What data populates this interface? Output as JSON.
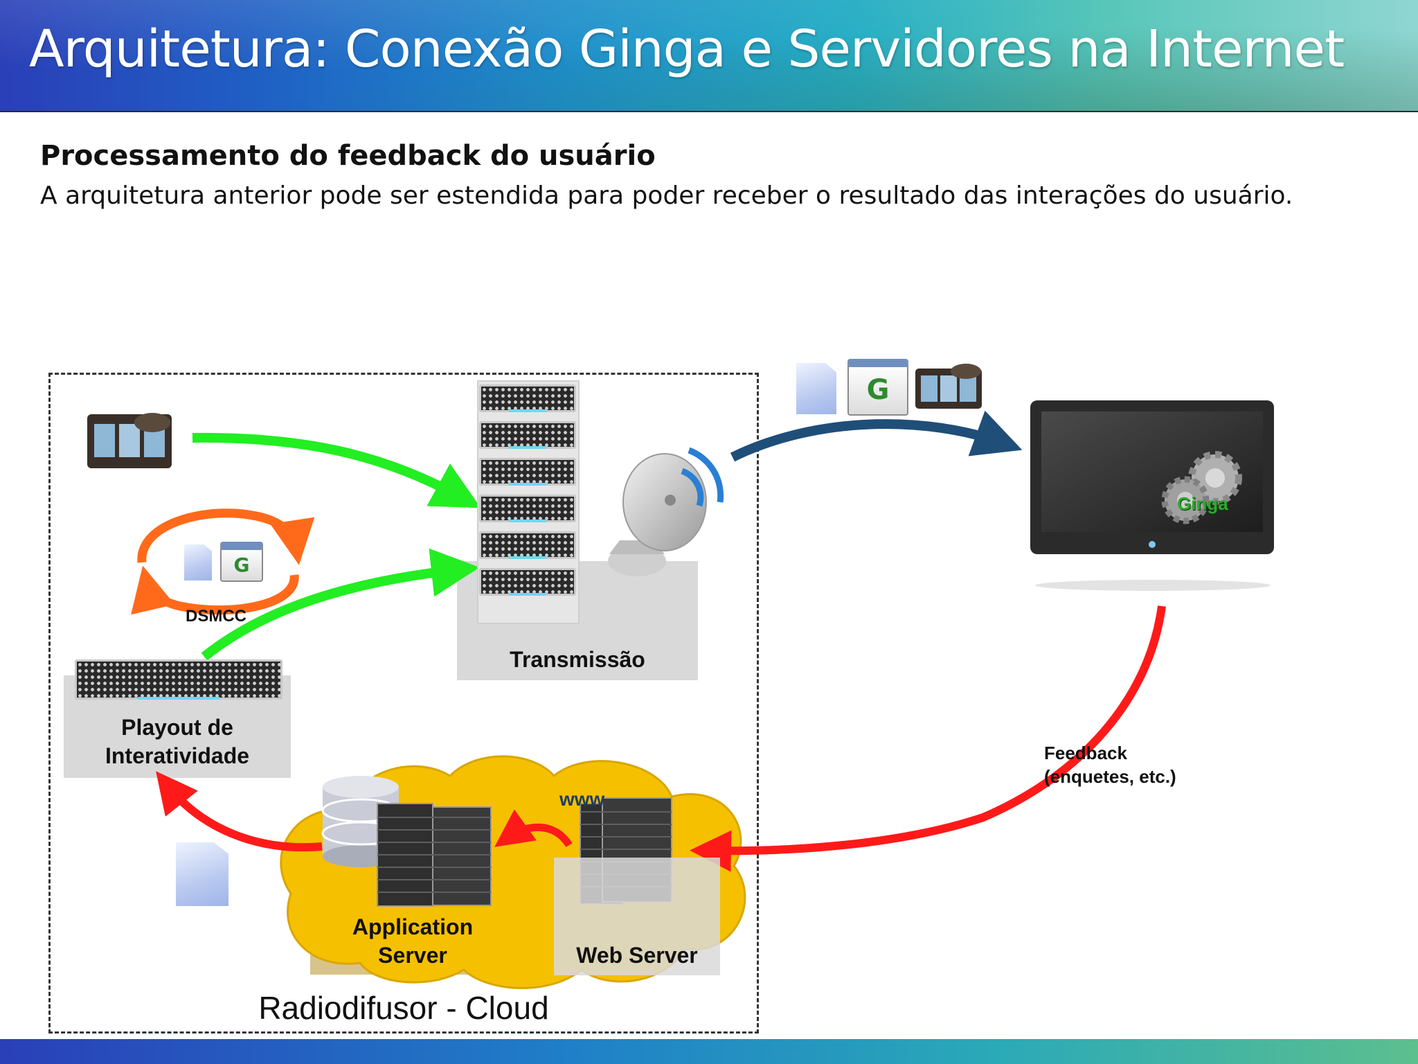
{
  "slide": {
    "title": "Arquitetura: Conexão Ginga e Servidores na Internet",
    "heading": "Processamento do feedback do usuário",
    "body": "A arquitetura anterior pode ser estendida para poder receber o resultado das interações do usuário."
  },
  "diagram": {
    "cloud_label": "Radiodifusor - Cloud",
    "dsmcc_label": "DSMCC",
    "playout_label_line1": "Playout de",
    "playout_label_line2": "Interatividade",
    "transmission_label": "Transmissão",
    "app_server_line1": "Application",
    "app_server_line2": "Server",
    "web_server_label": "Web Server",
    "www_label": "www",
    "feedback_line1": "Feedback",
    "feedback_line2": "(enquetes, etc.)",
    "ginga_label": "Ginga",
    "g_icon_letter": "G"
  },
  "colors": {
    "arrow_green": "#22ee22",
    "arrow_red": "#ff1a1a",
    "arrow_orange": "#ff6a1a",
    "arrow_navy": "#1f4e79",
    "cloud_fill": "#f5c000"
  }
}
